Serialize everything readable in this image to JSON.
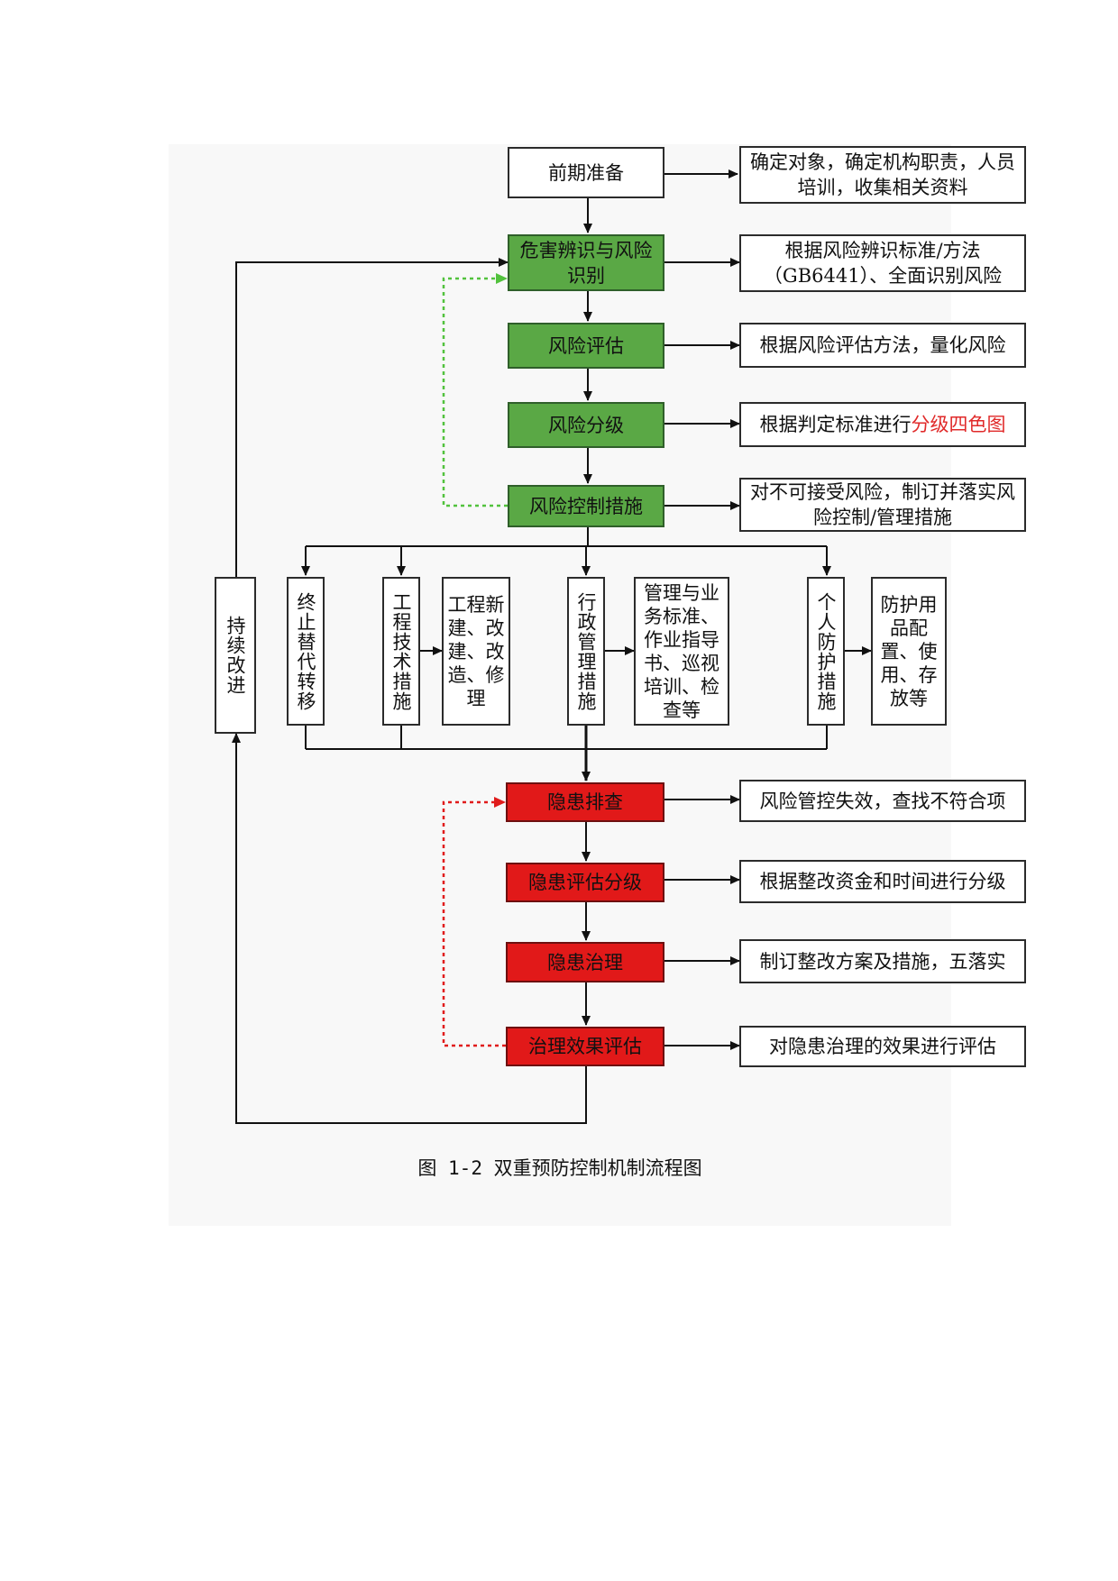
{
  "main_flow": {
    "prep": "前期准备",
    "hazard_id": "危害辨识与风险识别",
    "risk_assess": "风险评估",
    "risk_grade": "风险分级",
    "risk_control": "风险控制措施",
    "hidden_check": "隐患排查",
    "hidden_grade": "隐患评估分级",
    "hidden_govern": "隐患治理",
    "govern_eval": "治理效果评估"
  },
  "side_notes": {
    "prep": "确定对象，确定机构职责，人员培训，收集相关资料",
    "hazard_id": "根据风险辨识标准/方法（GB6441）、全面识别风险",
    "risk_assess": "根据风险评估方法，量化风险",
    "risk_grade_prefix": "根据判定标准进行",
    "risk_grade_highlight": "分级四色图",
    "risk_control": "对不可接受风险，制订并落实风险控制/管理措施",
    "hidden_check": "风险管控失效，查找不符合项",
    "hidden_grade": "根据整改资金和时间进行分级",
    "hidden_govern": "制订整改方案及措施，五落实",
    "govern_eval": "对隐患治理的效果进行评估"
  },
  "measures": {
    "continuous": "持续改进",
    "terminate": "终止替代转移",
    "engineering": "工程技术措施",
    "engineering_detail": "工程新建、改建、改造、修理",
    "admin": "行政管理措施",
    "admin_detail": "管理与业务标准、作业指导书、巡视培训、检查等",
    "personal": "个人防护措施",
    "personal_detail": "防护用品配置、使用、存放等"
  },
  "caption": "图 1-2 双重预防控制机制流程图",
  "colors": {
    "green_fill": "#5aa845",
    "red_fill": "#e11919",
    "green_dash": "#52c23d",
    "red_dash": "#e01b1b",
    "highlight_text": "#e02a2a"
  }
}
